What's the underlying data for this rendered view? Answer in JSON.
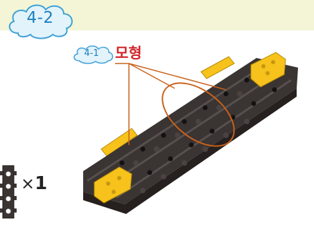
{
  "header": {
    "step_label": "4-2"
  },
  "reference": {
    "step_label": "4-1",
    "title": "모형"
  },
  "parts": [
    {
      "icon": "black-brick-1x4-vertical-icon",
      "quantity_sign": "×",
      "quantity": "1"
    }
  ],
  "colors": {
    "header_band": "#f3f5d6",
    "cloud_fill": "#e2f3fb",
    "cloud_stroke": "#3fa0d6",
    "step_text": "#1d7fbf",
    "title_red": "#d2262b",
    "brick_dark": "#3a3433",
    "brick_yellow": "#f6c21b",
    "callout_orange": "#c9611a"
  }
}
